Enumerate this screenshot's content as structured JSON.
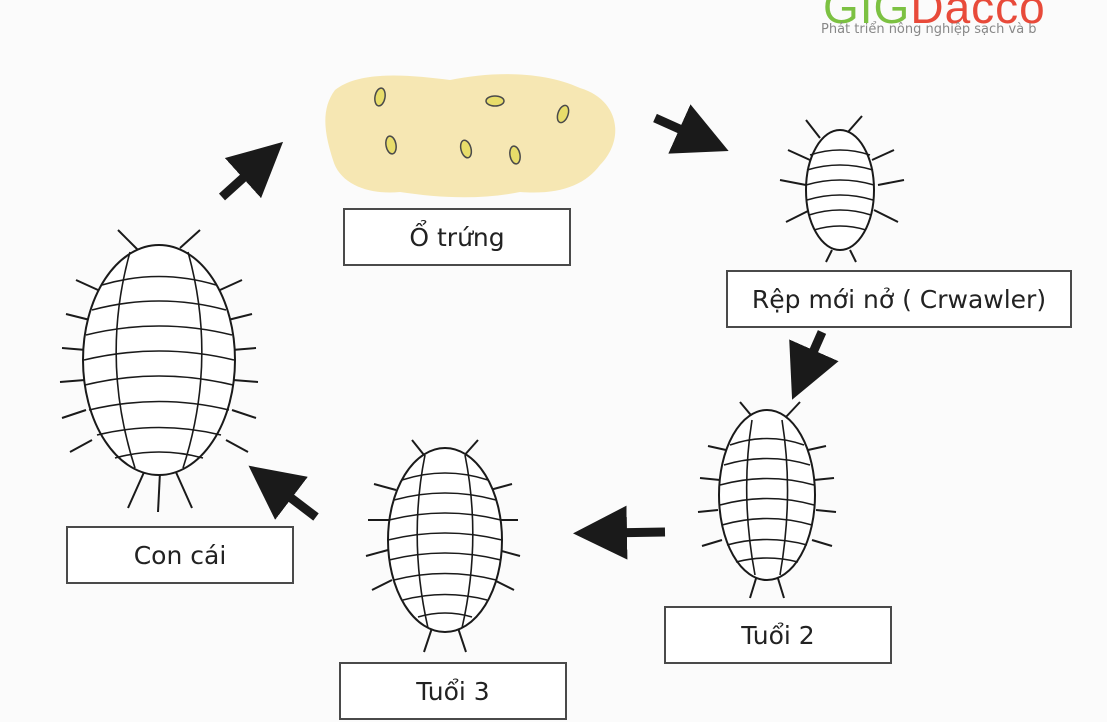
{
  "logo": {
    "brand_left": "GIG",
    "brand_right": "Dacco",
    "tagline": "Phát triển nông nghiệp sạch và b"
  },
  "stages": [
    {
      "id": "egg",
      "label": "Ổ trứng"
    },
    {
      "id": "crawler",
      "label": "Rệp mới nở ( Crwawler)"
    },
    {
      "id": "instar2",
      "label": "Tuổi 2"
    },
    {
      "id": "instar3",
      "label": "Tuổi 3"
    },
    {
      "id": "female",
      "label": "Con cái"
    }
  ],
  "colors": {
    "background": "#fbfbfb",
    "egg_mass": "#f6e7b3",
    "egg": "#e8dd6a",
    "ink": "#1a1a1a",
    "brand_green": "#7cc142",
    "brand_red": "#e84a3a"
  }
}
